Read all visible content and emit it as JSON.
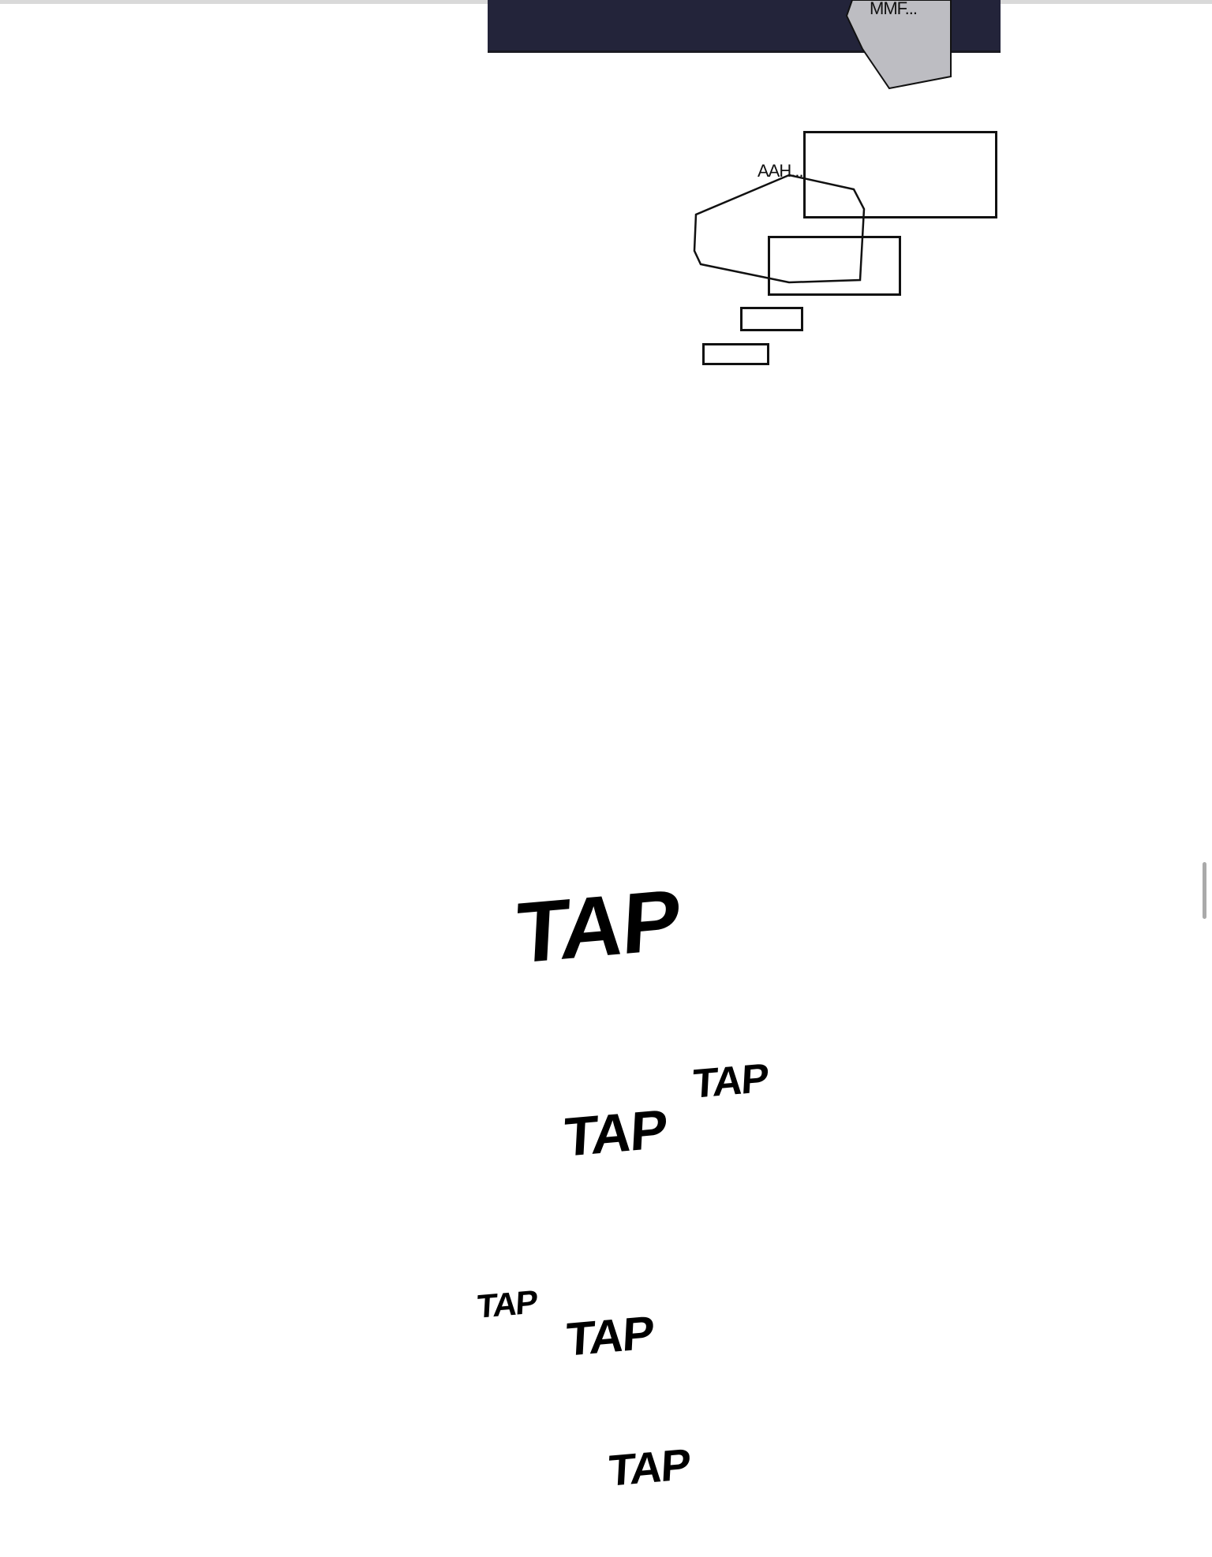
{
  "comic": {
    "bubbles": [
      {
        "text": "MMF..."
      },
      {
        "text": "AAH..."
      }
    ],
    "sound_effects": [
      "TAP",
      "TAP",
      "TAP",
      "TAP",
      "TAP",
      "TAP"
    ]
  },
  "colors": {
    "panel": "#23243a",
    "bubble_fill": "#bdbdc2"
  }
}
